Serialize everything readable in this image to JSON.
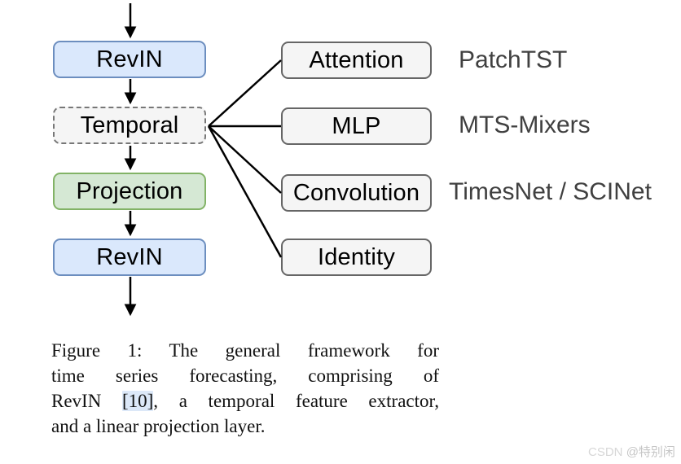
{
  "diagram": {
    "pipeline_boxes": [
      {
        "label": "RevIN",
        "style": "blue"
      },
      {
        "label": "Temporal",
        "style": "dashed"
      },
      {
        "label": "Projection",
        "style": "green"
      },
      {
        "label": "RevIN",
        "style": "blue"
      }
    ],
    "extractor_boxes": [
      {
        "label": "Attention"
      },
      {
        "label": "MLP"
      },
      {
        "label": "Convolution"
      },
      {
        "label": "Identity"
      }
    ],
    "model_labels": [
      {
        "text": "PatchTST"
      },
      {
        "text": "MTS-Mixers"
      },
      {
        "text": "TimesNet / SCINet"
      }
    ],
    "colors": {
      "blue_fill": "#dae8fc",
      "blue_border": "#6c8ebf",
      "green_fill": "#d5e8d4",
      "green_border": "#82b366",
      "gray_fill": "#f5f5f5",
      "gray_border": "#666666",
      "connector_line": "#000000",
      "model_label_text": "#404040",
      "ref_highlight": "#dce8f8"
    }
  },
  "caption": {
    "line1": "Figure 1: The general framework for",
    "line2": "time series forecasting, comprising of",
    "line3_pre": "RevIN ",
    "line3_ref": "[10]",
    "line3_post": ", a temporal feature extractor,",
    "line4": "and a linear projection layer."
  },
  "watermark": {
    "brand": "CSDN",
    "user": "@特别闲"
  }
}
